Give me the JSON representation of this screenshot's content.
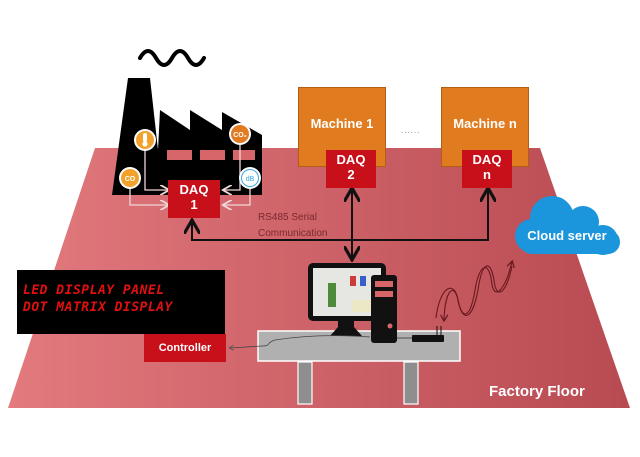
{
  "diagram": {
    "colors": {
      "floor": "#d7666b",
      "daq": "#c8101a",
      "machine": "#e07b1f",
      "cloud": "#1b95dc",
      "factory": "#000000",
      "sensor_orange": "#f2a22c",
      "sensor_blue": "#3aa5e0"
    },
    "factory": {
      "sensors": [
        {
          "name": "temperature",
          "icon": "thermometer-icon",
          "label": ""
        },
        {
          "name": "co",
          "icon": "co-sensor-icon",
          "label": "CO"
        },
        {
          "name": "co2",
          "icon": "co2-sensor-icon",
          "label": "CO₂"
        },
        {
          "name": "noise",
          "icon": "decibel-sensor-icon",
          "label": "dB"
        }
      ]
    },
    "daq_units": [
      {
        "line1": "DAQ",
        "line2": "1"
      },
      {
        "line1": "DAQ",
        "line2": "2"
      },
      {
        "line1": "DAQ",
        "line2": "n"
      }
    ],
    "machines": [
      {
        "label": "Machine 1"
      },
      {
        "label": "Machine n"
      }
    ],
    "machines_ellipsis": "......",
    "bus_label": {
      "line1": "RS485 Serial",
      "line2": "Communication"
    },
    "cloud_label": "Cloud server",
    "led_display": {
      "line1": "LED DISPLAY PANEL",
      "line2": "DOT MATRIX DISPLAY"
    },
    "controller_label": "Controller",
    "floor_label": "Factory Floor"
  }
}
